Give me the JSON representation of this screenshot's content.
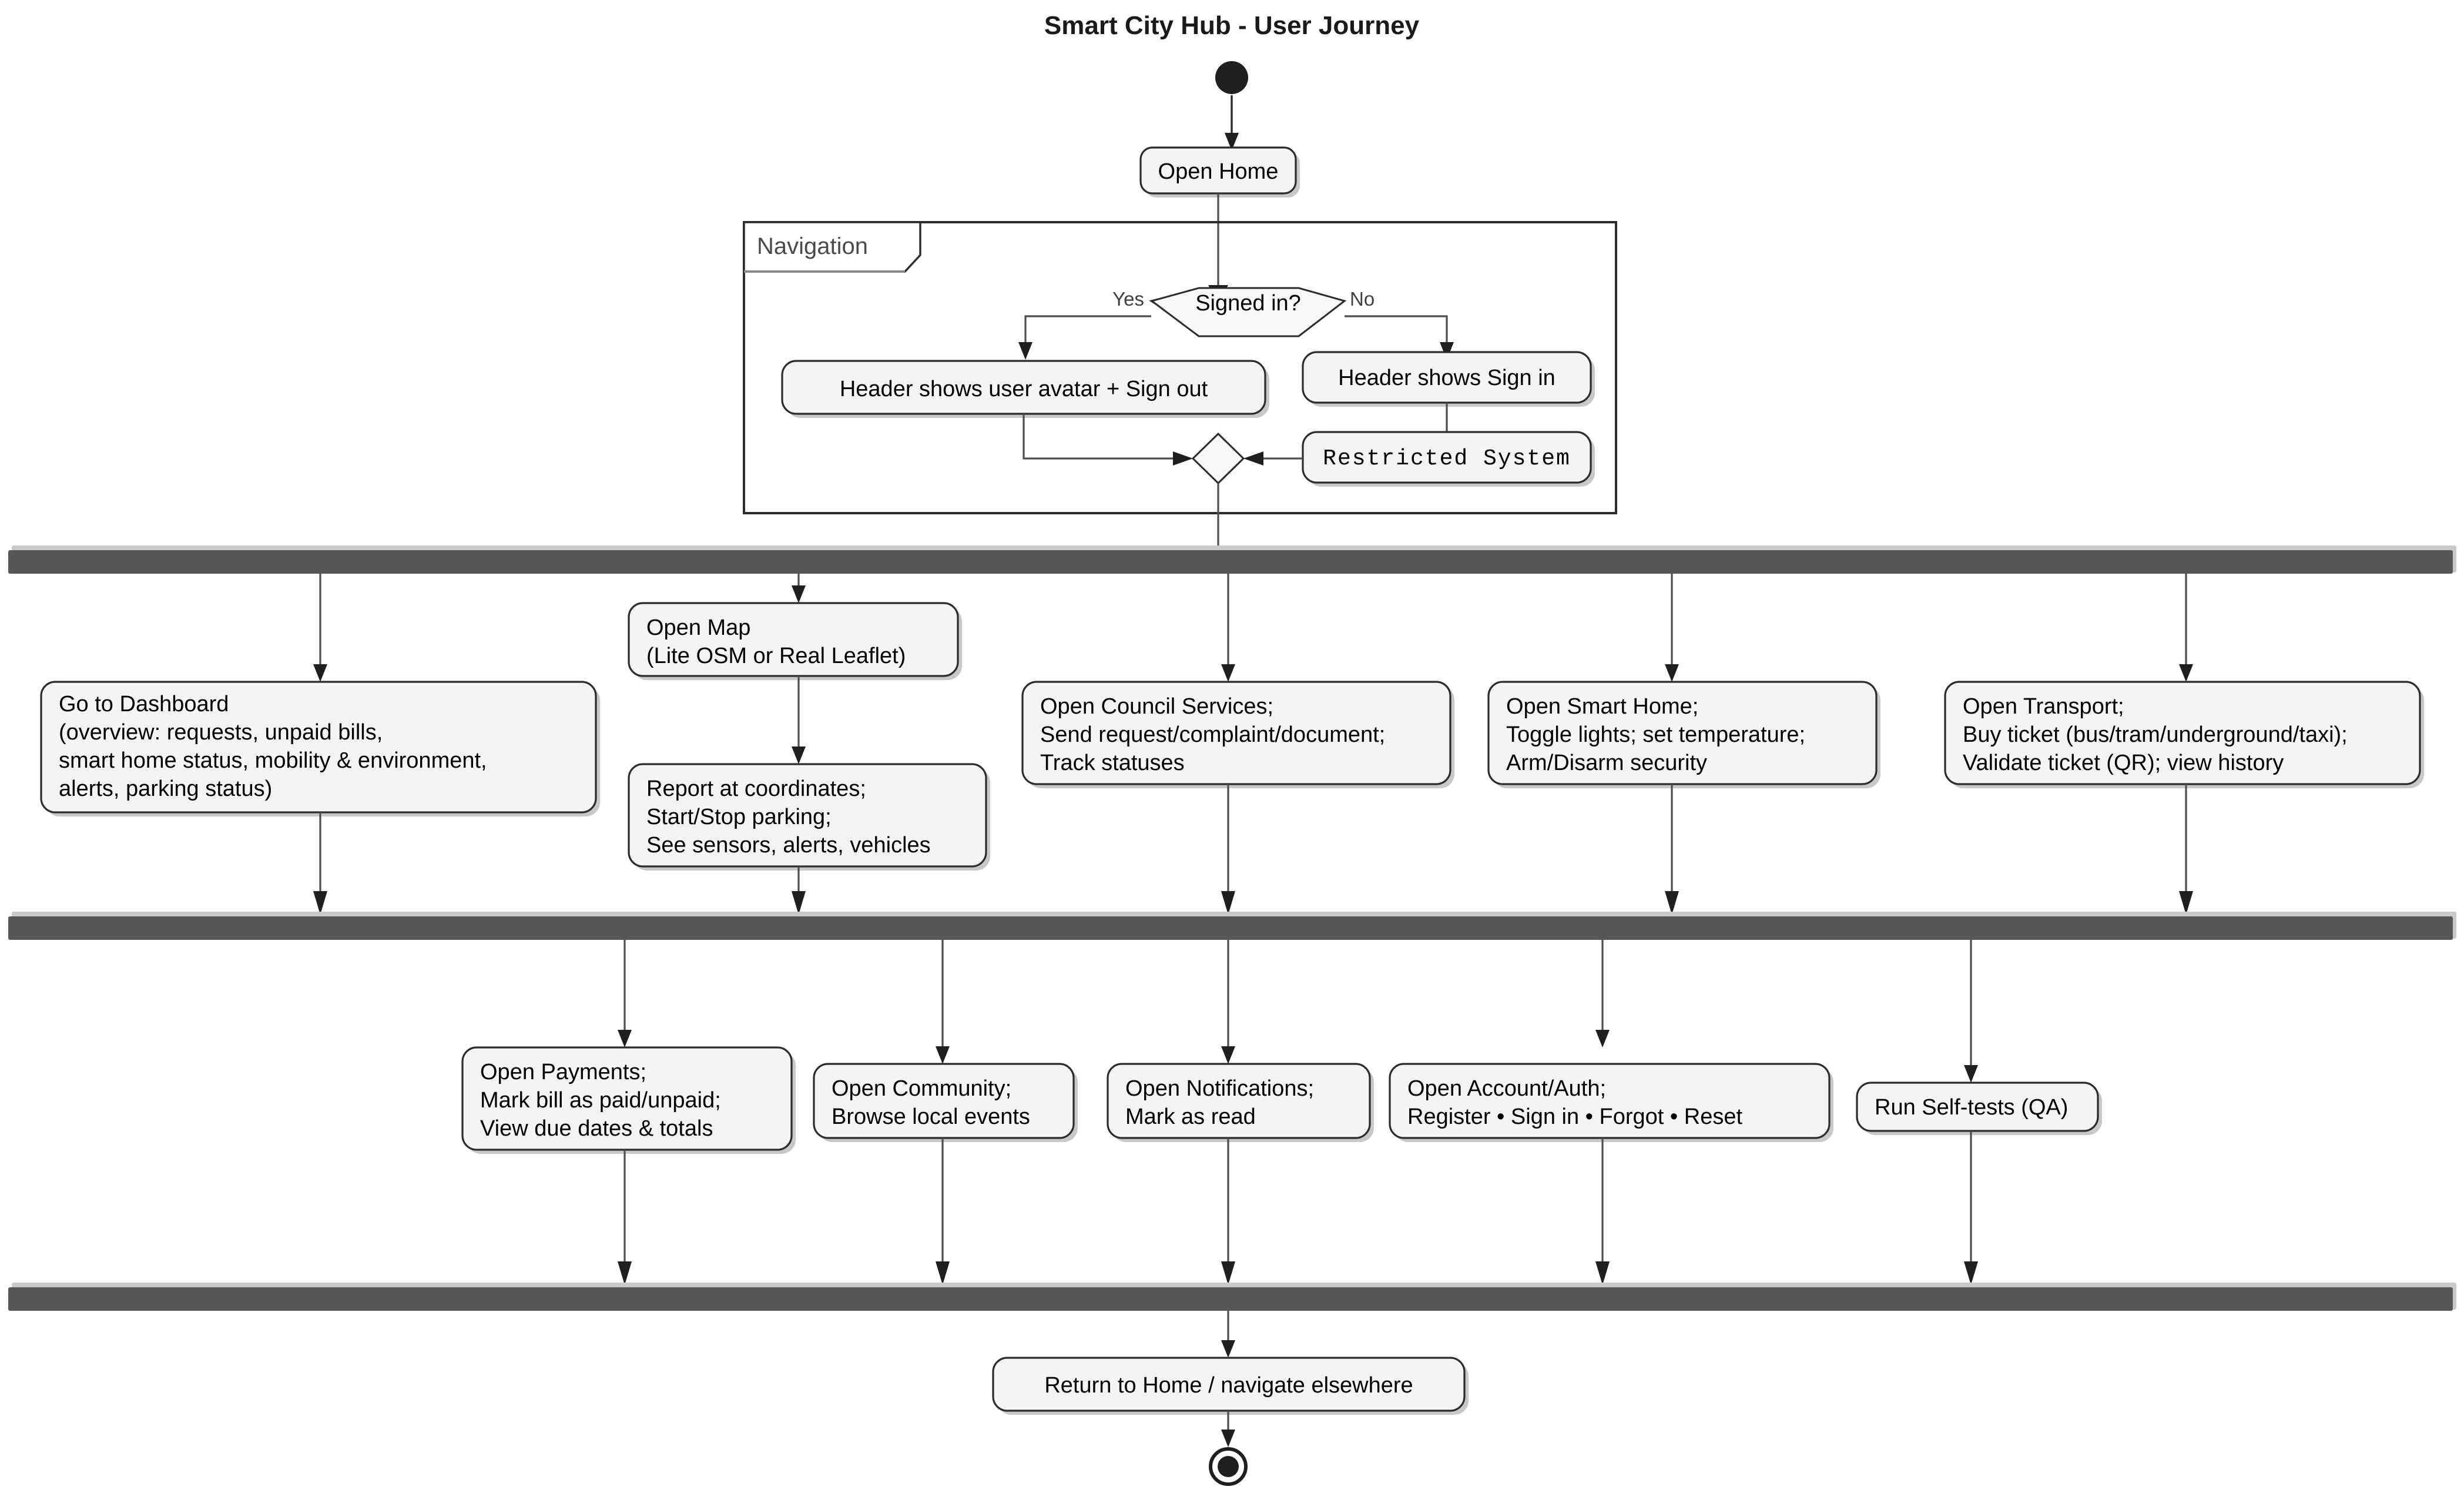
{
  "diagram": {
    "title": "Smart City Hub - User Journey",
    "type": "uml-activity-diagram"
  },
  "start_node": {
    "name": "start",
    "label": ""
  },
  "nodes": {
    "open_home": {
      "label": "Open Home"
    },
    "header_avatar": {
      "label": "Header shows user avatar + Sign out"
    },
    "header_signin": {
      "label": "Header shows Sign in"
    },
    "restricted_system": {
      "label": "Restricted  System"
    },
    "dashboard": {
      "lines": [
        "Go to Dashboard",
        "(overview: requests, unpaid bills,",
        "smart home status, mobility & environment,",
        "alerts, parking status)"
      ]
    },
    "open_map": {
      "lines": [
        "Open Map",
        "(Lite OSM or Real Leaflet)"
      ]
    },
    "report_coordinates": {
      "lines": [
        "Report at coordinates;",
        "Start/Stop parking;",
        "See sensors, alerts, vehicles"
      ]
    },
    "council_services": {
      "lines": [
        "Open Council Services;",
        "Send request/complaint/document;",
        "Track statuses"
      ]
    },
    "smart_home": {
      "lines": [
        "Open Smart Home;",
        "Toggle lights; set temperature;",
        "Arm/Disarm security"
      ]
    },
    "transport": {
      "lines": [
        "Open Transport;",
        "Buy ticket (bus/tram/underground/taxi);",
        "Validate ticket (QR); view history"
      ]
    },
    "payments": {
      "lines": [
        "Open Payments;",
        "Mark bill as paid/unpaid;",
        "View due dates & totals"
      ]
    },
    "community": {
      "lines": [
        "Open Community;",
        "Browse local events"
      ]
    },
    "notifications": {
      "lines": [
        "Open Notifications;",
        "Mark as read"
      ]
    },
    "account_auth": {
      "lines": [
        "Open Account/Auth;",
        "Register • Sign in • Forgot • Reset"
      ]
    },
    "self_tests": {
      "lines": [
        "Run Self-tests (QA)"
      ]
    },
    "return_home": {
      "lines": [
        "Return to Home / navigate elsewhere"
      ]
    }
  },
  "partition": {
    "name": "Navigation",
    "label": "Navigation"
  },
  "decision": {
    "label": "Signed in?",
    "guard_yes": "Yes",
    "guard_no": "No"
  },
  "end_node": {
    "name": "end",
    "label": ""
  },
  "colors": {
    "node_fill": "#f4f4f4",
    "node_stroke": "#2b2b2b",
    "bar_fill": "#575757",
    "bar_shadow": "#c9c9c9",
    "edge": "#4d4d4d",
    "guard_text": "#3f3f3f",
    "title_text": "#1a1a1a",
    "partition_label": "#4a4a4a",
    "background": "#ffffff"
  }
}
